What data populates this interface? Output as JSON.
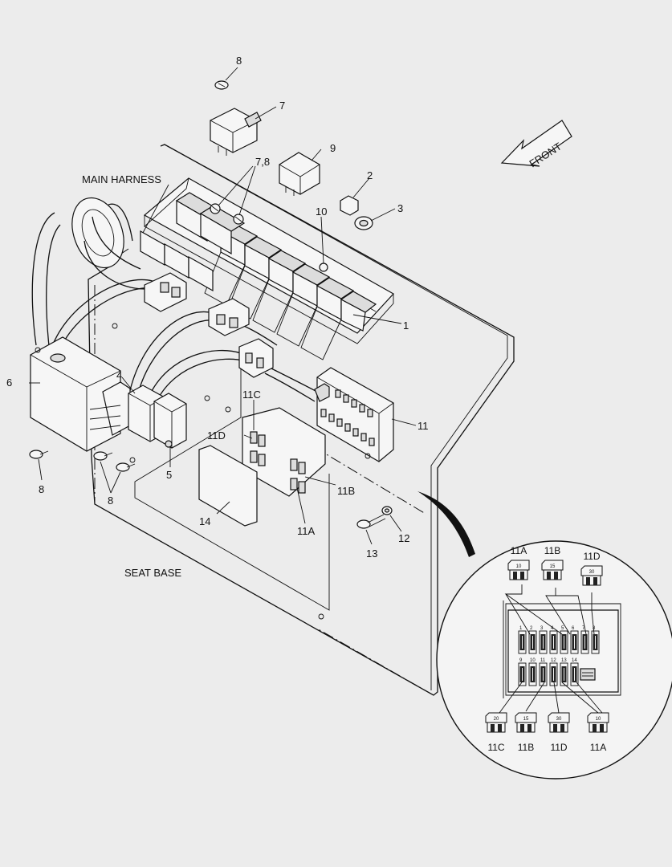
{
  "labels": {
    "main_harness": "MAIN HARNESS",
    "seat_base": "SEAT BASE",
    "front": "FRONT"
  },
  "callouts": {
    "c1": "1",
    "c2": "2",
    "c3": "3",
    "c4": "4",
    "c5": "5",
    "c6": "6",
    "c7": "7",
    "c78": "7,8",
    "c8a": "8",
    "c8b": "8",
    "c8c": "8",
    "c9": "9",
    "c10": "10",
    "c11": "11",
    "c11a": "11A",
    "c11b": "11B",
    "c11c": "11C",
    "c11d": "11D",
    "c12": "12",
    "c13": "13",
    "c14": "14"
  },
  "detail": {
    "top_fuses": [
      {
        "label": "11A",
        "rating": "10"
      },
      {
        "label": "11B",
        "rating": "15"
      },
      {
        "label": "11D",
        "rating": "30"
      }
    ],
    "bottom_fuses": [
      {
        "label": "11C",
        "rating": "20"
      },
      {
        "label": "11B",
        "rating": "15"
      },
      {
        "label": "11D",
        "rating": "30"
      },
      {
        "label": "11A",
        "rating": "10"
      }
    ],
    "row1_numbers": [
      "1",
      "2",
      "3",
      "4",
      "5",
      "6",
      "7",
      "8"
    ],
    "row2_numbers": [
      "9",
      "10",
      "11",
      "12",
      "13",
      "14"
    ]
  }
}
